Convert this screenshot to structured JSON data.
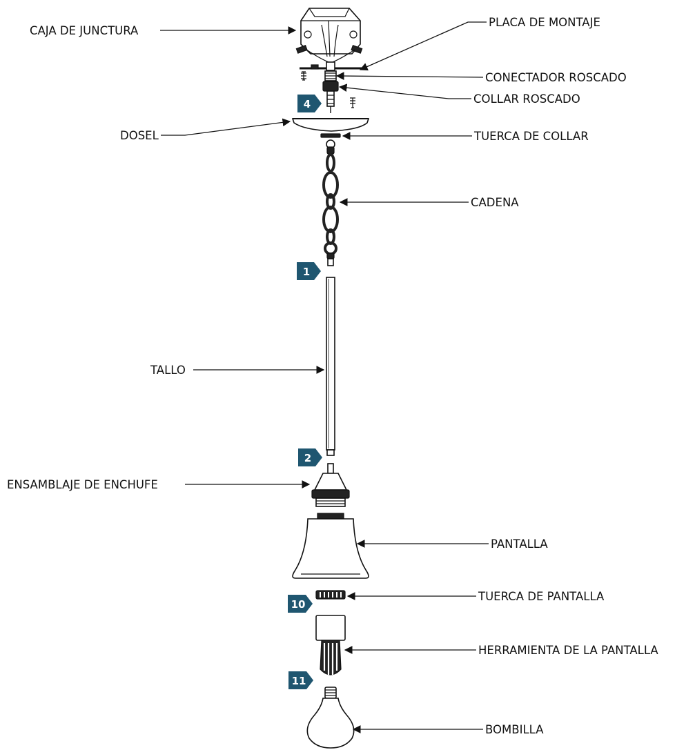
{
  "labels": {
    "junction_box": "CAJA DE JUNCTURA",
    "mounting_plate": "PLACA DE MONTAJE",
    "threaded_connector": "CONECTADOR ROSCADO",
    "threaded_collar": "COLLAR ROSCADO",
    "canopy": "DOSEL",
    "collar_nut": "TUERCA DE COLLAR",
    "chain": "CADENA",
    "stem": "TALLO",
    "socket_assembly": "ENSAMBLAJE DE ENCHUFE",
    "shade": "PANTALLA",
    "shade_nut": "TUERCA DE PANTALLA",
    "shade_tool": "HERRAMIENTA  DE LA PANTALLA",
    "bulb": "BOMBILLA"
  },
  "steps": {
    "step_4": "4",
    "step_1": "1",
    "step_2": "2",
    "step_10": "10",
    "step_11": "11"
  },
  "colors": {
    "badge": "#1f5670",
    "line": "#111111"
  }
}
